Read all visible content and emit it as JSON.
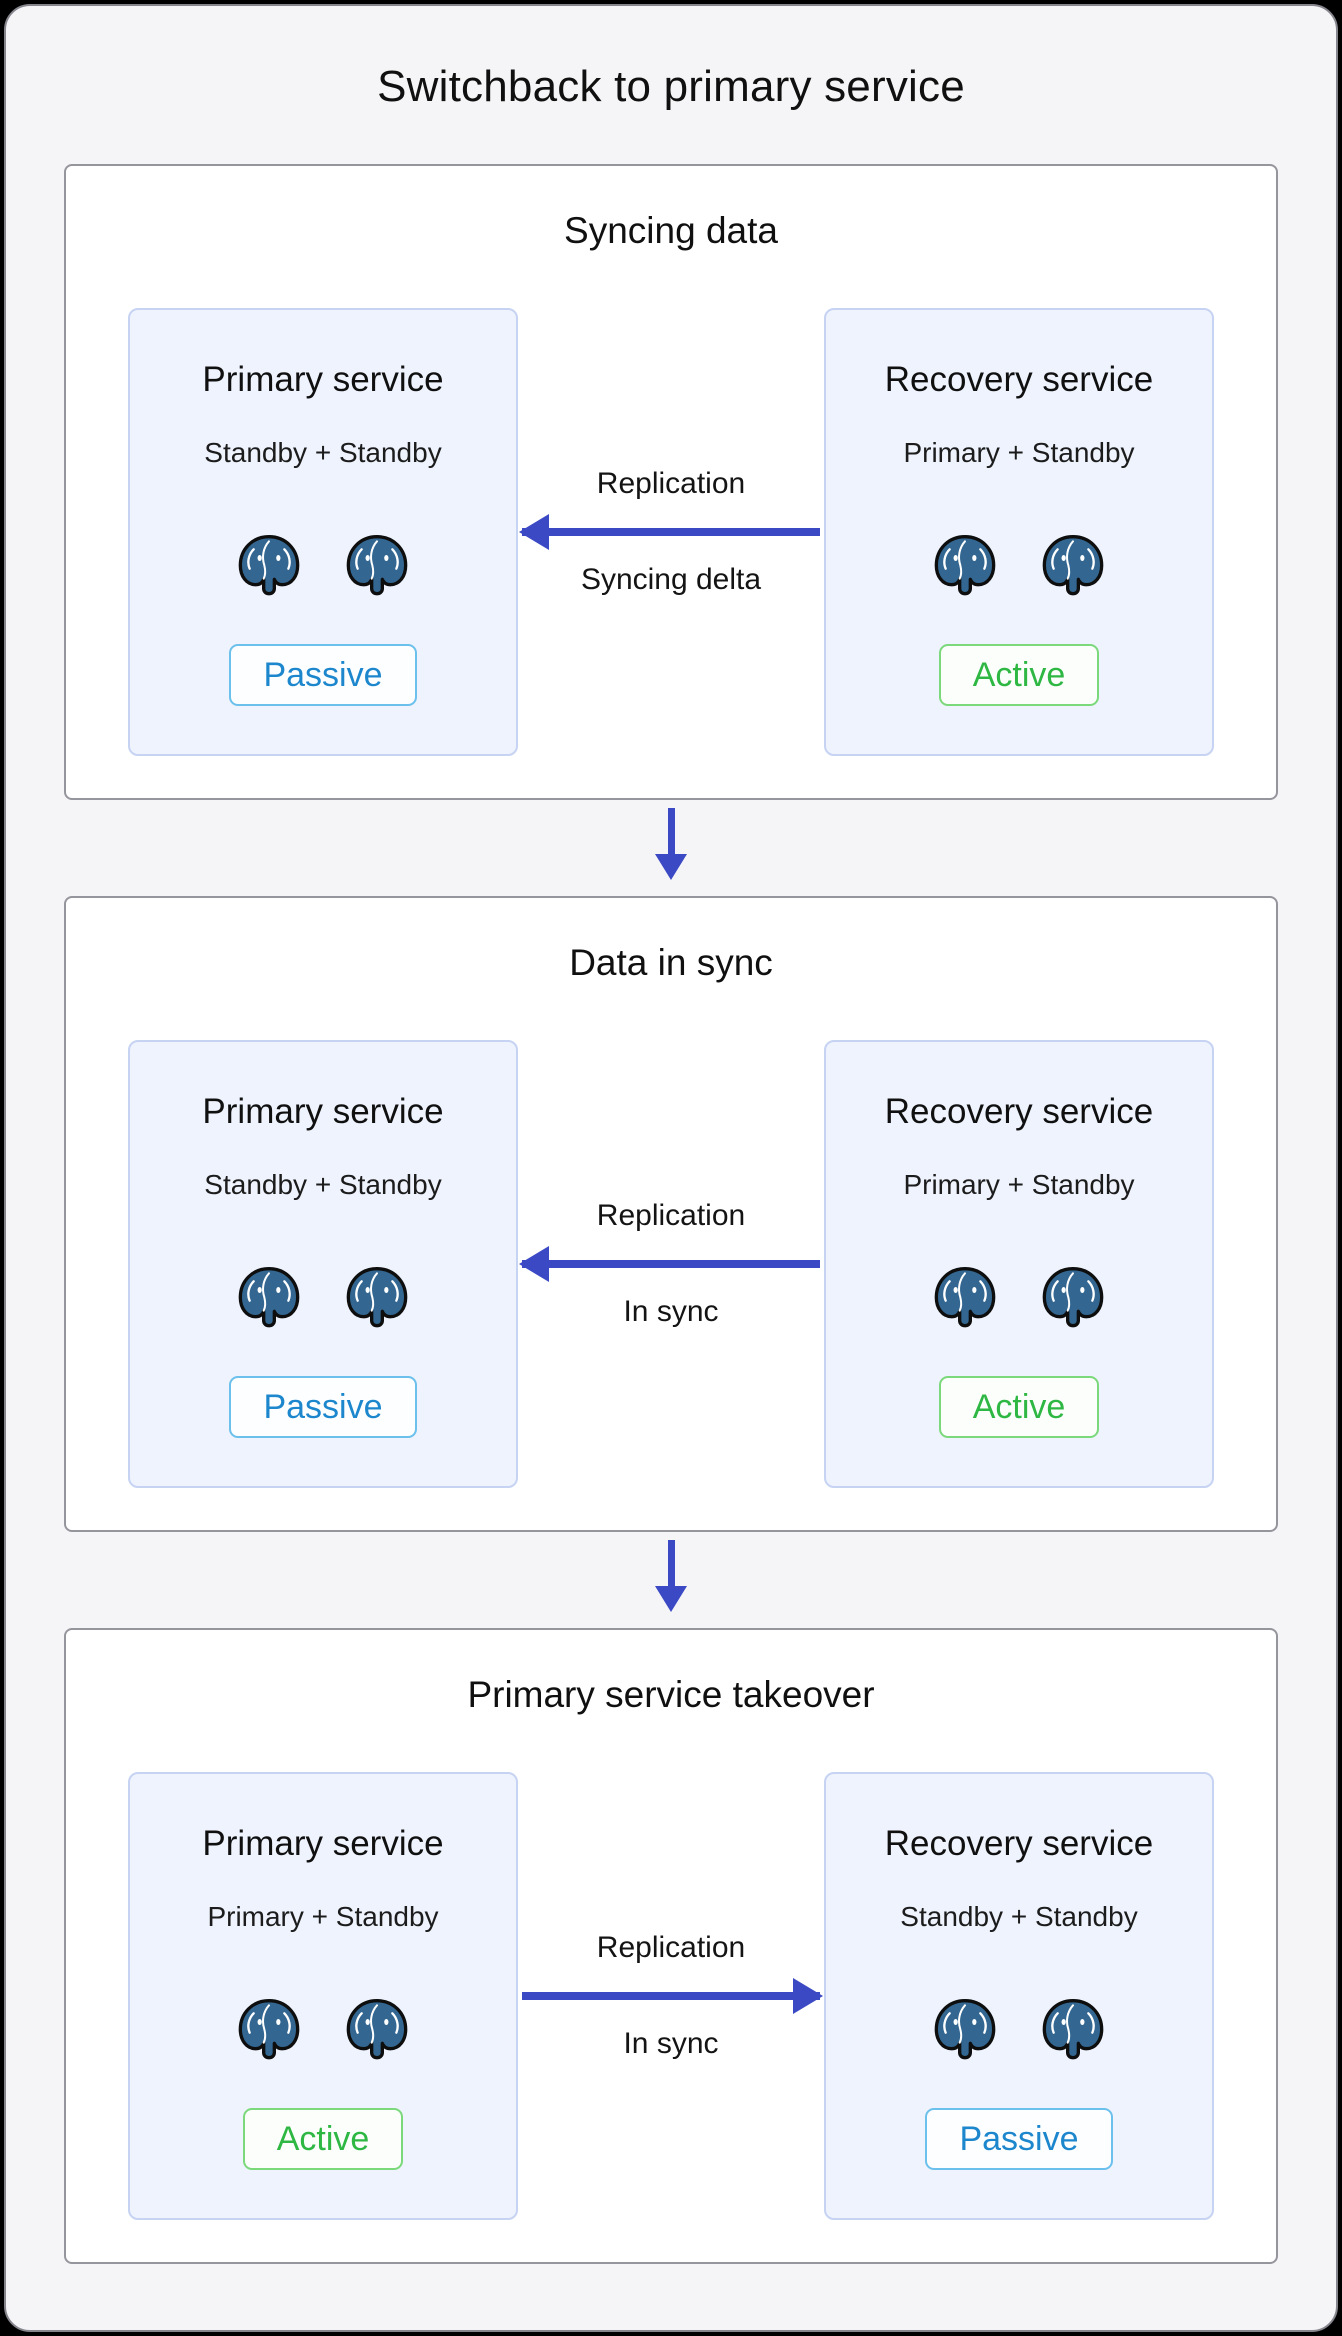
{
  "title": "Switchback to primary service",
  "colors": {
    "arrow_blue": "#3b49c4",
    "active_green": "#2eb743",
    "passive_blue": "#1d87cd",
    "postgres_blue": "#336791",
    "service_box_bg": "#eef3fd",
    "page_bg": "#f5f5f7"
  },
  "stages": [
    {
      "title": "Syncing data",
      "left": {
        "title": "Primary service",
        "subtitle": "Standby + Standby",
        "badge": "Passive"
      },
      "right": {
        "title": "Recovery service",
        "subtitle": "Primary + Standby",
        "badge": "Active"
      },
      "arrow": {
        "direction": "left",
        "label_top": "Replication",
        "label_bottom": "Syncing delta"
      }
    },
    {
      "title": "Data in sync",
      "left": {
        "title": "Primary service",
        "subtitle": "Standby + Standby",
        "badge": "Passive"
      },
      "right": {
        "title": "Recovery service",
        "subtitle": "Primary + Standby",
        "badge": "Active"
      },
      "arrow": {
        "direction": "left",
        "label_top": "Replication",
        "label_bottom": "In sync"
      }
    },
    {
      "title": "Primary service takeover",
      "left": {
        "title": "Primary service",
        "subtitle": "Primary + Standby",
        "badge": "Active"
      },
      "right": {
        "title": "Recovery service",
        "subtitle": "Standby + Standby",
        "badge": "Passive"
      },
      "arrow": {
        "direction": "right",
        "label_top": "Replication",
        "label_bottom": "In sync"
      }
    }
  ],
  "icons": {
    "postgres": "postgresql-elephant"
  }
}
